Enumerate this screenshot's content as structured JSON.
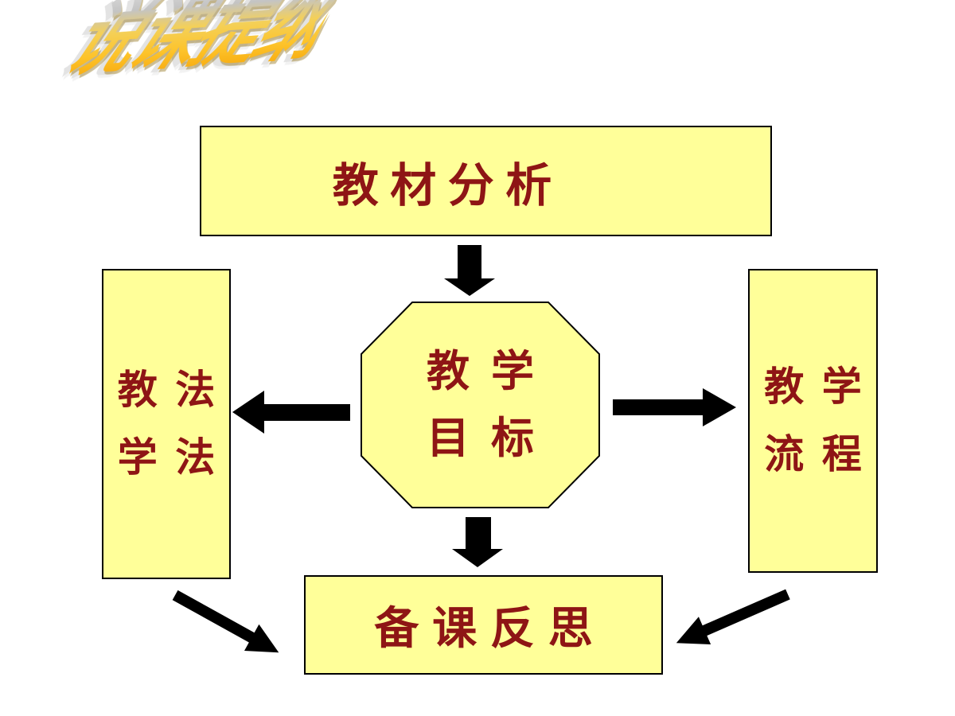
{
  "title": {
    "text": "说课提纲"
  },
  "colors": {
    "background": "#FFFFFF",
    "node_fill": "#FFFF99",
    "node_border": "#000000",
    "label_text": "#8E1515",
    "arrow": "#000000",
    "wordart_gold": "#F9A602",
    "wordart_silver": "#D9D9D9"
  },
  "nodes": {
    "material_analysis": {
      "label": "教材分析",
      "shape": "rectangle"
    },
    "teaching_objectives": {
      "line1": "教学",
      "line2": "目标",
      "shape": "octagon"
    },
    "teaching_methods": {
      "line1": "教法",
      "line2": "学法",
      "shape": "rectangle"
    },
    "teaching_process": {
      "line1": "教学",
      "line2": "流程",
      "shape": "rectangle"
    },
    "lesson_reflection": {
      "label": "备课反思",
      "shape": "rectangle"
    }
  },
  "arrows": [
    {
      "name": "arrow-top-to-center",
      "direction": "down",
      "from": "教材分析",
      "to": "教学目标"
    },
    {
      "name": "arrow-center-to-left",
      "direction": "left",
      "from": "教学目标",
      "to": "教法学法"
    },
    {
      "name": "arrow-center-to-right",
      "direction": "right",
      "from": "教学目标",
      "to": "教学流程"
    },
    {
      "name": "arrow-center-to-bottom",
      "direction": "down",
      "from": "教学目标",
      "to": "备课反思"
    },
    {
      "name": "arrow-left-to-bottom",
      "direction": "down-right",
      "from": "教法学法",
      "to": "备课反思"
    },
    {
      "name": "arrow-right-to-bottom",
      "direction": "down-left",
      "from": "教学流程",
      "to": "备课反思"
    }
  ]
}
